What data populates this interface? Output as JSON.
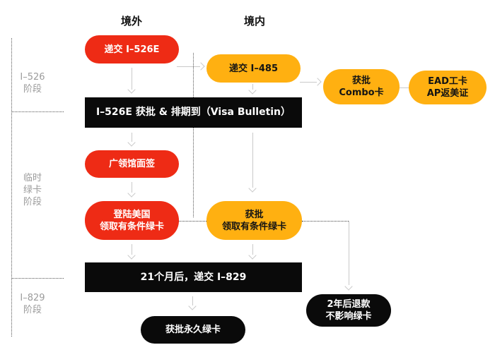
{
  "diagram": {
    "headers": {
      "overseas": "境外",
      "domestic": "境内"
    },
    "stages": [
      {
        "label": "I–526\n阶段"
      },
      {
        "label": "临时\n绿卡\n阶段"
      },
      {
        "label": "I–829\n阶段"
      }
    ],
    "nodes": {
      "submit_i526e": {
        "label": "递交 I–526E",
        "color": "#EE2B15",
        "text_color": "#FFFFFF"
      },
      "submit_i485": {
        "label": "递交 I–485",
        "color": "#FFB011",
        "text_color": "#141414"
      },
      "i526e_approved": {
        "label": "I–526E 获批 & 排期到（Visa Bulletin）",
        "color": "#0A0A0A",
        "text_color": "#FFFFFF"
      },
      "combo_card": {
        "label": "获批\nCombo卡",
        "color": "#FFB011",
        "text_color": "#141414"
      },
      "ead_ap_card": {
        "label": "EAD工卡\nAP返美证",
        "color": "#FFB011",
        "text_color": "#141414"
      },
      "consulate_interview": {
        "label": "广领馆面签",
        "color": "#EE2B15",
        "text_color": "#FFFFFF"
      },
      "land_us": {
        "label": "登陆美国\n领取有条件绿卡",
        "color": "#EE2B15",
        "text_color": "#FFFFFF"
      },
      "approved_conditional": {
        "label": "获批\n领取有条件绿卡",
        "color": "#FFB011",
        "text_color": "#141414"
      },
      "submit_i829": {
        "label": "21个月后，递交 I–829",
        "color": "#0A0A0A",
        "text_color": "#FFFFFF"
      },
      "permanent_card": {
        "label": "获批永久绿卡",
        "color": "#0A0A0A",
        "text_color": "#FFFFFF"
      },
      "refund": {
        "label": "2年后退款\n不影响绿卡",
        "color": "#0A0A0A",
        "text_color": "#FFFFFF"
      }
    },
    "colors": {
      "red": "#EE2B15",
      "orange": "#FFB011",
      "black": "#0A0A0A",
      "arrow_gray": "#C9C9C9",
      "dotted_line": "#444444",
      "stage_label_gray": "#9B9B9B",
      "background": "#FFFFFF"
    }
  }
}
